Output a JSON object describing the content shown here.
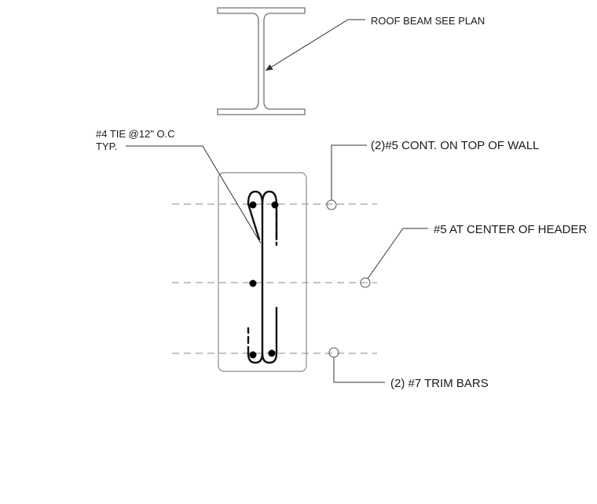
{
  "callouts": {
    "roof_beam": "ROOF BEAM SEE PLAN",
    "tie_line1": "#4 TIE @12\" O.C",
    "tie_line2": "TYP.",
    "top_bars": "(2)#5 CONT. ON TOP OF WALL",
    "center_bar": "#5 AT CENTER OF HEADER",
    "trim_bars": "(2) #7 TRIM BARS"
  }
}
